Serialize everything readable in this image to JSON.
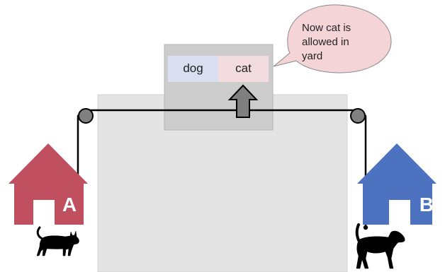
{
  "sign": {
    "left_label": "dog",
    "right_label": "cat",
    "left_color": "#d9dff0",
    "right_color": "#f2dcdf",
    "frame_color": "#cccccc"
  },
  "speech_bubble": {
    "lines": [
      "Now cat is",
      "allowed in",
      "yard"
    ],
    "fill": "#f4d4d7"
  },
  "houses": {
    "left": {
      "label": "A",
      "color": "#c0505f"
    },
    "right": {
      "label": "B",
      "color": "#4d72bf"
    }
  },
  "yard": {
    "color": "#e4e4e4"
  },
  "icons": {
    "arrow": "up-arrow-icon",
    "cat": "cat-icon",
    "dog": "dog-icon",
    "pulleys": "pulley-icon"
  }
}
